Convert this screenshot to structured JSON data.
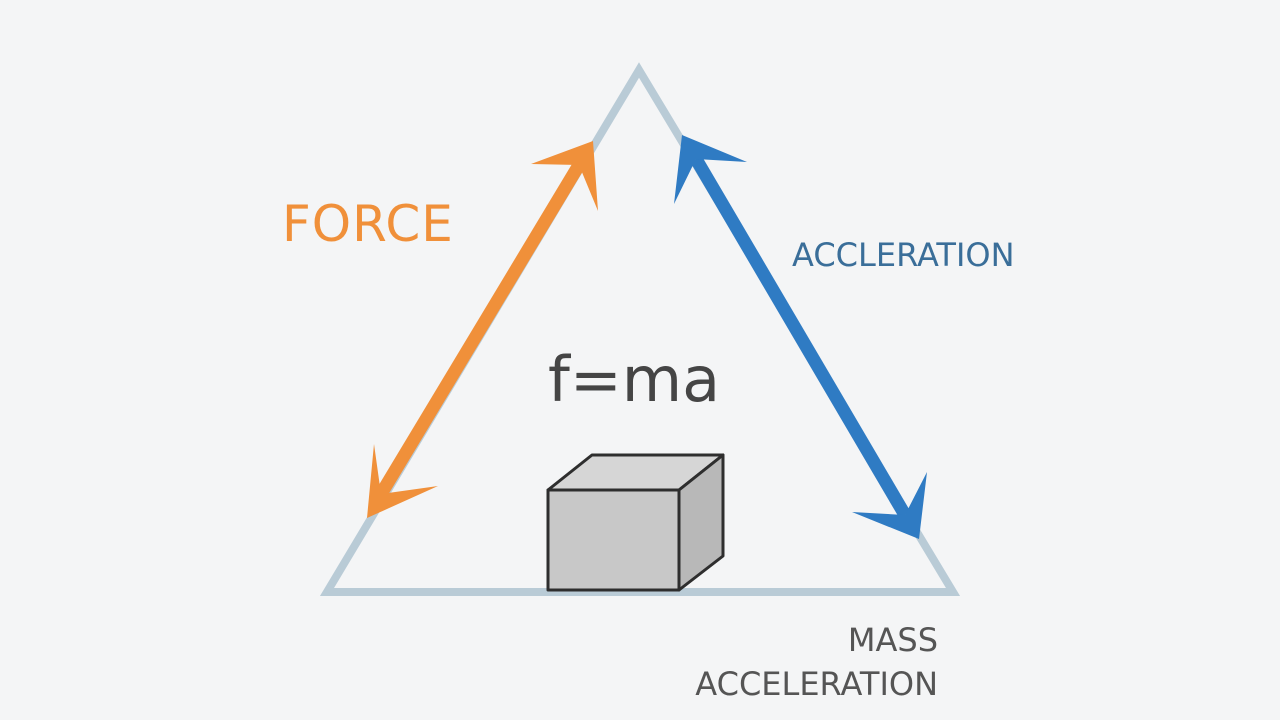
{
  "labels": {
    "force": "FORCE",
    "top_right": "ACCLERATION",
    "formula": "f=ma",
    "mass": "MASS",
    "acceleration": "ACCELERATION"
  },
  "colors": {
    "background": "#f4f5f6",
    "triangle": "#b9cbd6",
    "force": "#f0903a",
    "acceleration": "#2f7bc3",
    "acceleration_text": "#3a6e99",
    "formula_text": "#454545",
    "bottom_text": "#555555",
    "cube_face": "#c8c8c8",
    "cube_top": "#d6d6d6",
    "cube_side": "#b8b8b8",
    "cube_stroke": "#2e2e2e"
  },
  "icons": {
    "force_arrow": "double-headed-arrow",
    "acceleration_arrow": "double-headed-arrow",
    "mass_box": "cube-icon"
  }
}
